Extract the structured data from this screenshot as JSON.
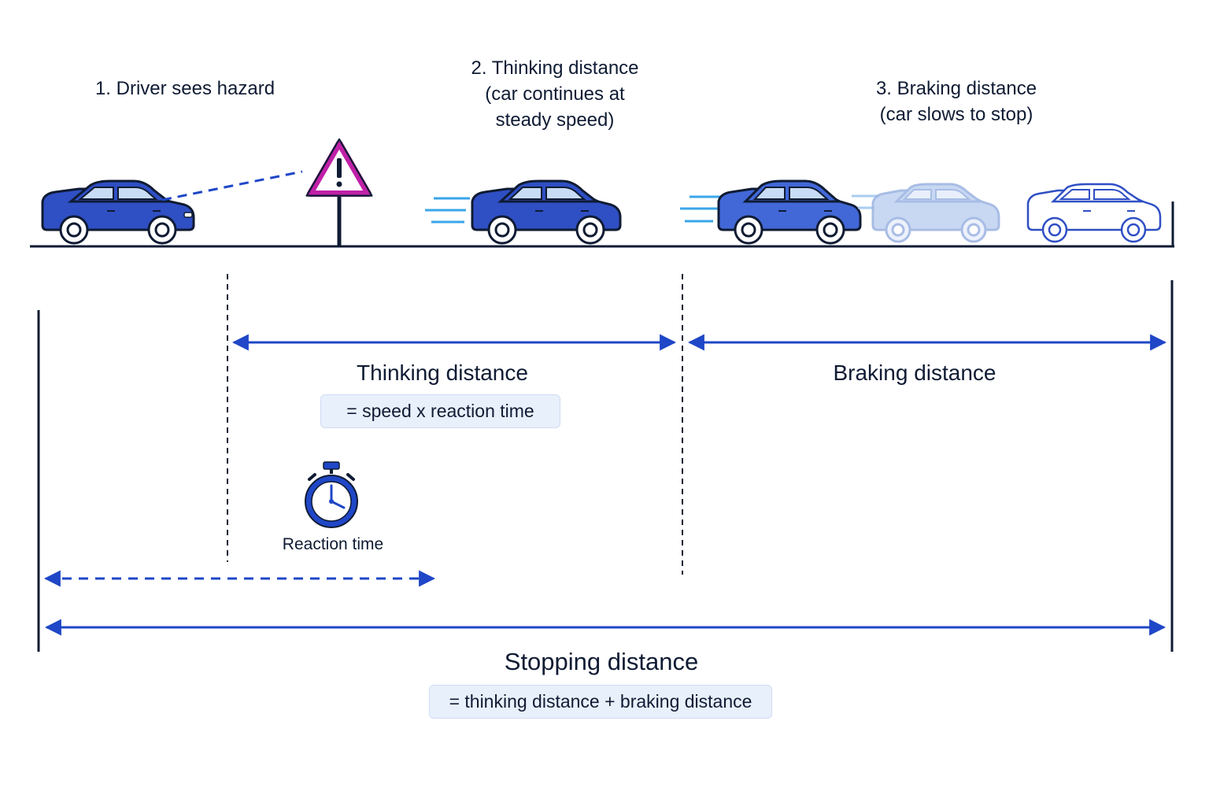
{
  "steps": {
    "step1": {
      "line1": "1. Driver sees hazard"
    },
    "step2": {
      "line1": "2. Thinking distance",
      "line2": "(car continues at",
      "line3": "steady speed)"
    },
    "step3": {
      "line1": "3. Braking distance",
      "line2": "(car slows to stop)"
    }
  },
  "thinking": {
    "label": "Thinking distance",
    "formula": "= speed x reaction time"
  },
  "braking": {
    "label": "Braking distance"
  },
  "reaction": {
    "label": "Reaction time",
    "icon": "stopwatch-icon"
  },
  "stopping": {
    "label": "Stopping distance",
    "formula": "= thinking distance + braking distance"
  },
  "icons": {
    "hazard": "warning-sign-icon",
    "car": "car-icon"
  },
  "colors": {
    "car_blue": "#2f4fc4",
    "arrow_blue": "#1f47c7",
    "hazard_magenta": "#c020a8",
    "formula_bg": "#e8f0fb",
    "text": "#0f1b33"
  }
}
